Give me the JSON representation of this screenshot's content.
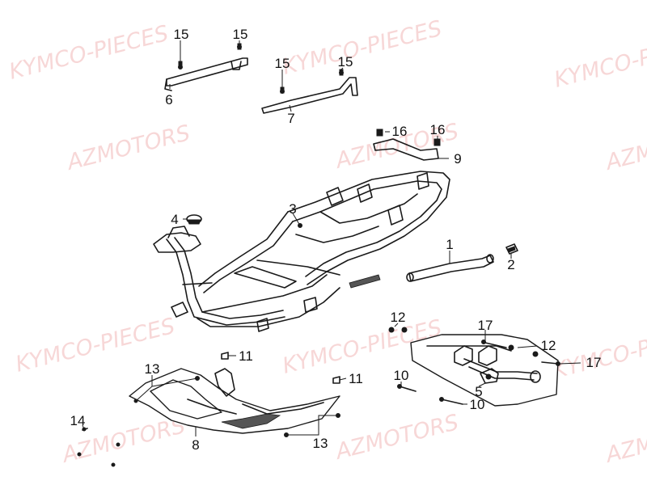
{
  "watermarks": [
    {
      "text": "KYMCO-PIECES"
    },
    {
      "text": "KYMCO-PIECES"
    },
    {
      "text": "KYMCO-PIECES"
    },
    {
      "text": "KYMCO-PIECES"
    },
    {
      "text": "KYMCO-PIECES"
    },
    {
      "text": "KYMCO-PIECES"
    },
    {
      "text": "AZMOTORS"
    },
    {
      "text": "AZMOTORS"
    },
    {
      "text": "AZMOTORS"
    },
    {
      "text": "AZMOTORS"
    },
    {
      "text": "AZMOTORS"
    },
    {
      "text": "AZMOTORS"
    }
  ],
  "callouts": [
    {
      "text": "15"
    },
    {
      "text": "15"
    },
    {
      "text": "6"
    },
    {
      "text": "15"
    },
    {
      "text": "15"
    },
    {
      "text": "7"
    },
    {
      "text": "16"
    },
    {
      "text": "16"
    },
    {
      "text": "9"
    },
    {
      "text": "3"
    },
    {
      "text": "4"
    },
    {
      "text": "1"
    },
    {
      "text": "2"
    },
    {
      "text": "12"
    },
    {
      "text": "17"
    },
    {
      "text": "12"
    },
    {
      "text": "17"
    },
    {
      "text": "11"
    },
    {
      "text": "11"
    },
    {
      "text": "13"
    },
    {
      "text": "10"
    },
    {
      "text": "10"
    },
    {
      "text": "5"
    },
    {
      "text": "14"
    },
    {
      "text": "8"
    },
    {
      "text": "13"
    }
  ]
}
